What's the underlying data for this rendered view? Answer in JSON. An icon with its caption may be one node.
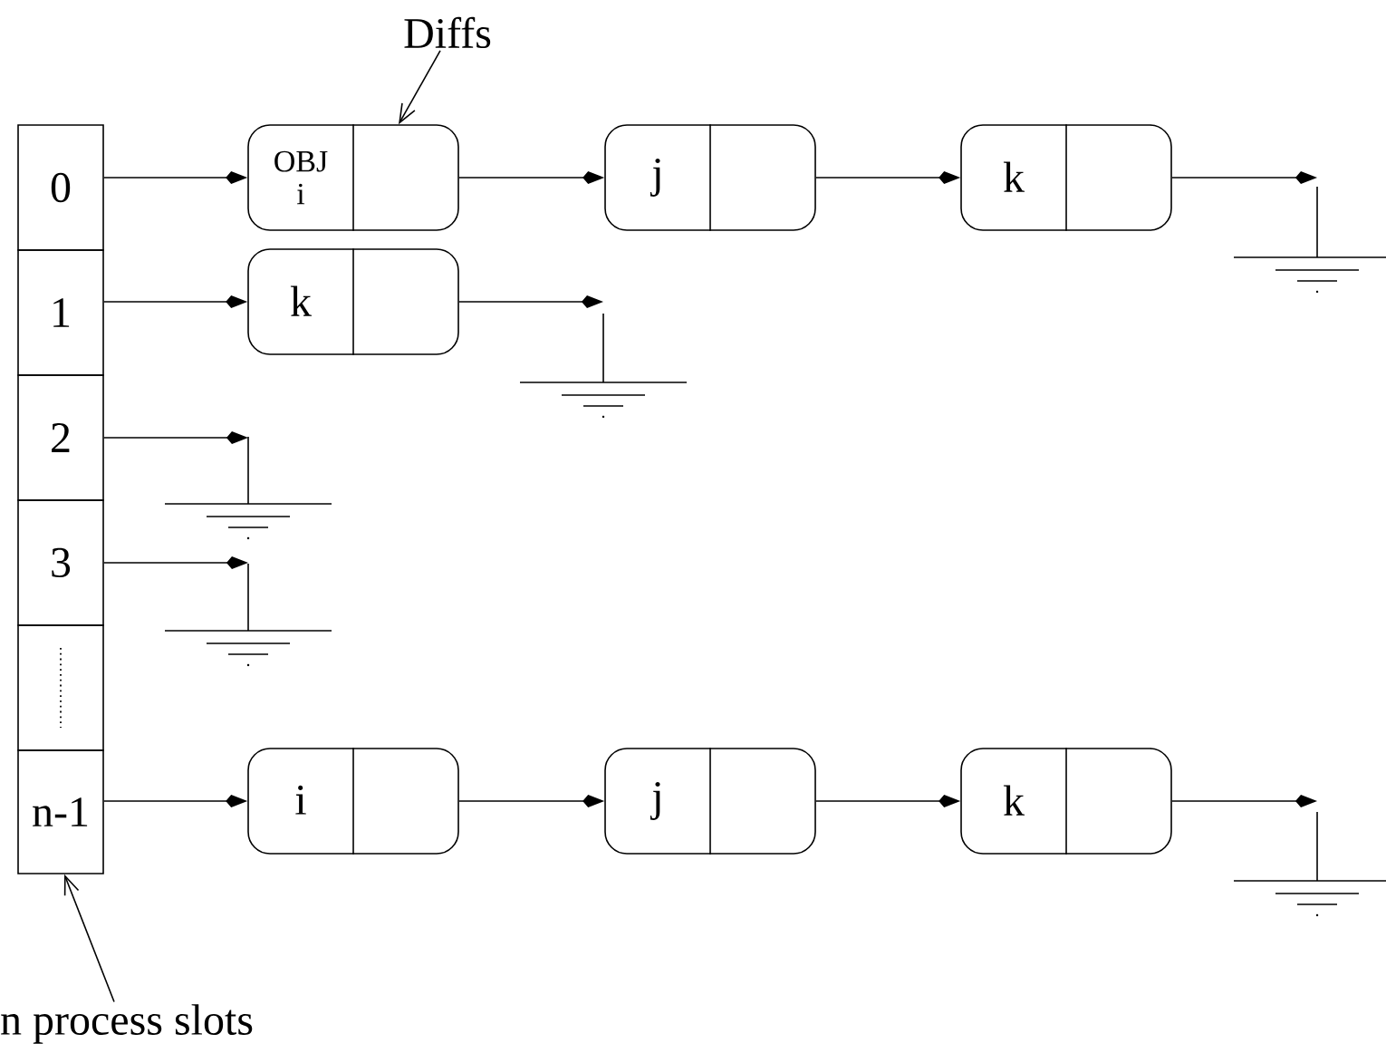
{
  "diagram": {
    "nodes": [
      {
        "text": [
          "Diffs"
        ]
      },
      {
        "text": [
          "0"
        ]
      },
      {
        "text": [
          "1"
        ]
      },
      {
        "text": [
          "2"
        ]
      },
      {
        "text": [
          "3"
        ]
      },
      {
        "text": [],
        "shape": "box"
      },
      {
        "text": [
          "n-1"
        ]
      },
      {
        "text": [
          "OBJ",
          "i"
        ]
      },
      {
        "text": [
          "j"
        ]
      },
      {
        "text": [
          "k"
        ]
      },
      {
        "text": [],
        "shape": "ground"
      },
      {
        "text": [
          "k"
        ]
      },
      {
        "text": [],
        "shape": "ground"
      },
      {
        "text": [],
        "shape": "ground"
      },
      {
        "text": [],
        "shape": "ground"
      },
      {
        "text": [
          "i"
        ]
      },
      {
        "text": [
          "j"
        ]
      },
      {
        "text": [
          "k"
        ]
      },
      {
        "text": [],
        "shape": "ground"
      },
      {
        "text": [
          "n process slots"
        ]
      }
    ],
    "edges": [
      {
        "from": 0,
        "to": 7,
        "arrow": "to"
      },
      {
        "from": 1,
        "to": 7,
        "arrow": "to"
      },
      {
        "from": 7,
        "to": 8,
        "arrow": "to"
      },
      {
        "from": 8,
        "to": 9,
        "arrow": "to"
      },
      {
        "from": 9,
        "to": 10,
        "arrow": "to"
      },
      {
        "from": 2,
        "to": 11,
        "arrow": "to"
      },
      {
        "from": 11,
        "to": 12,
        "arrow": "to"
      },
      {
        "from": 3,
        "to": 13,
        "arrow": "to"
      },
      {
        "from": 4,
        "to": 14,
        "arrow": "to"
      },
      {
        "from": 6,
        "to": 15,
        "arrow": "to"
      },
      {
        "from": 15,
        "to": 16,
        "arrow": "to"
      },
      {
        "from": 16,
        "to": 17,
        "arrow": "to"
      },
      {
        "from": 17,
        "to": 18,
        "arrow": "to"
      },
      {
        "from": 19,
        "to": 6,
        "arrow": "to"
      }
    ]
  }
}
